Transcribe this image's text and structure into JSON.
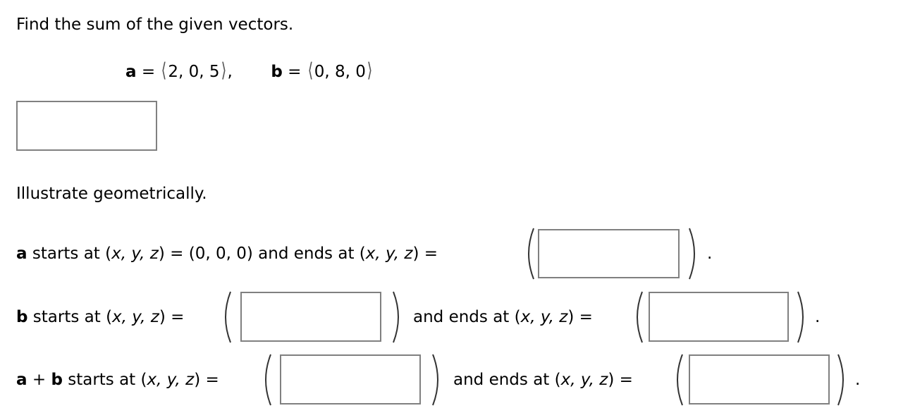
{
  "question": {
    "prompt": "Find the sum of the given vectors.",
    "vectors": {
      "a_label": "a",
      "a_eq": " = ",
      "a_value": "2, 0, 5",
      "sep": ",",
      "b_label": "b",
      "b_eq": " = ",
      "b_value": "0, 8, 0",
      "left_angle": "⟨",
      "right_angle": "⟩"
    },
    "sum_answer": {
      "value": "",
      "placeholder": ""
    }
  },
  "geometric": {
    "heading": "Illustrate geometrically.",
    "row_a": {
      "vector_label": "a",
      "starts_text": " starts at (",
      "coords_label": "x, y, z",
      "starts_eq": ") = (0, 0, 0) and ends at (",
      "ends_eq": ") = ",
      "end_answer": ""
    },
    "row_b": {
      "vector_label": "b",
      "starts_text": " starts at (",
      "coords_label": "x, y, z",
      "starts_eq": ") = ",
      "and_ends_text": "and ends at (",
      "ends_eq": ") = ",
      "start_answer": "",
      "end_answer": ""
    },
    "row_ab": {
      "vector_label_a": "a",
      "plus": " + ",
      "vector_label_b": "b",
      "starts_text": " starts at (",
      "coords_label": "x, y, z",
      "starts_eq": ") = ",
      "and_ends_text": "and ends at (",
      "ends_eq": ") = ",
      "start_answer": "",
      "end_answer": ""
    },
    "period": "."
  }
}
